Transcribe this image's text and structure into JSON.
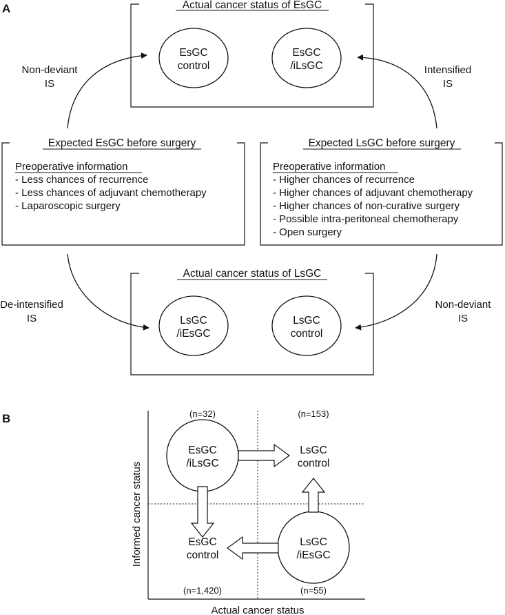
{
  "panel_a": {
    "panel_label": "A",
    "top_box": {
      "title": "Actual cancer status of EsGC",
      "left_circle": [
        "EsGC",
        "control"
      ],
      "right_circle": [
        "EsGC",
        "/iLsGC"
      ]
    },
    "left_box": {
      "title": "Expected EsGC before surgery",
      "subtitle": "Preoperative information",
      "items": [
        "- Less chances of recurrence",
        "- Less chances of adjuvant chemotherapy",
        "- Laparoscopic surgery"
      ]
    },
    "right_box": {
      "title": "Expected LsGC before surgery",
      "subtitle": "Preoperative information",
      "items": [
        "- Higher chances of recurrence",
        "- Higher chances of adjuvant chemotherapy",
        "- Higher chances of non-curative surgery",
        "- Possible intra-peritoneal chemotherapy",
        "- Open surgery"
      ]
    },
    "bottom_box": {
      "title": "Actual cancer status of LsGC",
      "left_circle": [
        "LsGC",
        "/iEsGC"
      ],
      "right_circle": [
        "LsGC",
        "control"
      ]
    },
    "arrow_labels": {
      "top_left": [
        "Non-deviant",
        "IS"
      ],
      "top_right": [
        "Intensified",
        "IS"
      ],
      "bottom_left": [
        "De-intensified",
        "IS"
      ],
      "bottom_right": [
        "Non-deviant",
        "IS"
      ]
    }
  },
  "panel_b": {
    "panel_label": "B",
    "y_axis_label": "Informed cancer status",
    "x_axis_label": "Actual cancer status",
    "quadrants": {
      "top_left": {
        "count": "(n=32)",
        "label": [
          "EsGC",
          "/iLsGC"
        ]
      },
      "top_right": {
        "count": "(n=153)",
        "label": [
          "LsGC",
          "control"
        ]
      },
      "bottom_left": {
        "count": "(n=1,420)",
        "label": [
          "EsGC",
          "control"
        ]
      },
      "bottom_right": {
        "count": "(n=55)",
        "label": [
          "LsGC",
          "/iEsGC"
        ]
      }
    }
  }
}
